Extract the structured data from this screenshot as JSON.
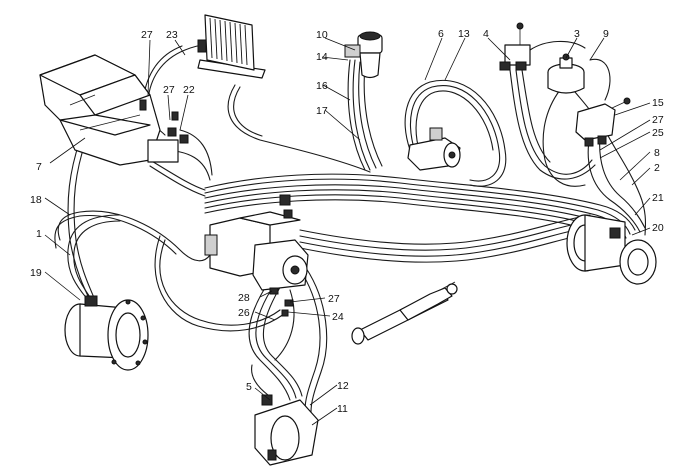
{
  "callouts": {
    "c1": "1",
    "c2": "2",
    "c3": "3",
    "c4": "4",
    "c5": "5",
    "c6": "6",
    "c7": "7",
    "c8": "8",
    "c9": "9",
    "c10": "10",
    "c11": "11",
    "c12": "12",
    "c13": "13",
    "c14": "14",
    "c15": "15",
    "c16": "16",
    "c17": "17",
    "c18": "18",
    "c19": "19",
    "c20": "20",
    "c21": "21",
    "c22": "22",
    "c23": "23",
    "c24": "24",
    "c25": "25",
    "c26": "26",
    "c27a": "27",
    "c27b": "27",
    "c27c": "27",
    "c27d": "27",
    "c28": "28"
  },
  "colors": {
    "ink": "#111111",
    "background": "#ffffff"
  }
}
